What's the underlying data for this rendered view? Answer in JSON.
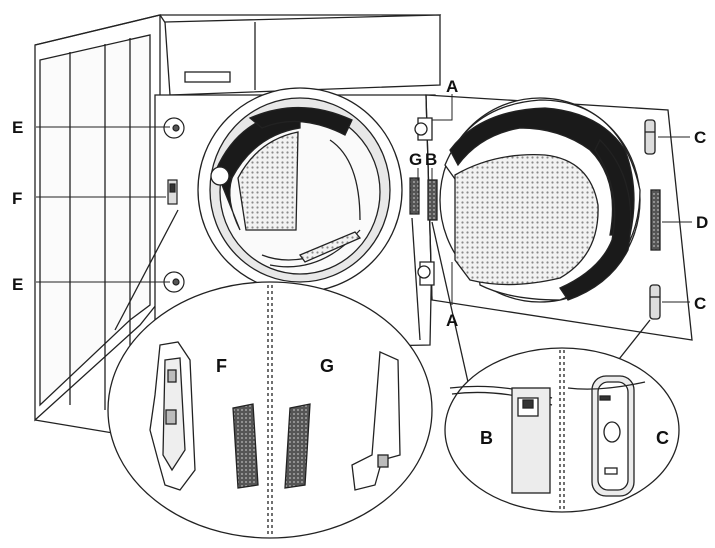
{
  "callouts": {
    "E_top": "E",
    "F_left": "F",
    "E_bottom": "E",
    "A_top": "A",
    "G_small": "G",
    "B_small": "B",
    "A_bottom": "A",
    "C_top": "C",
    "D_right": "D",
    "C_bottom": "C"
  },
  "insets": {
    "left_F": "F",
    "left_G": "G",
    "right_B": "B",
    "right_C": "C"
  },
  "colors": {
    "line": "#222222",
    "drum_dark": "#1a1a1a",
    "panel": "#ffffff",
    "shade": "#d9d9d9",
    "mesh": "#cfcfcf"
  }
}
